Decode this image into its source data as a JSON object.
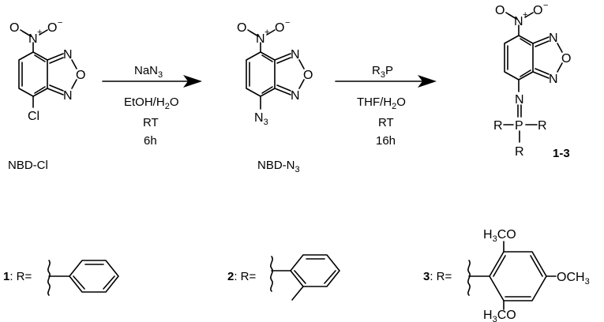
{
  "reagents_step1": {
    "top_main": "NaN",
    "top_sub": "3",
    "solvent_a": "EtOH/H",
    "solvent_sub": "2",
    "solvent_b": "O",
    "temp": "RT",
    "time": "6h"
  },
  "reagents_step2": {
    "top_main": "R",
    "top_sub": "3",
    "top_tail": "P",
    "solvent_a": "THF/H",
    "solvent_sub": "2",
    "solvent_b": "O",
    "temp": "RT",
    "time": "16h"
  },
  "compounds": {
    "start_label": "NBD-Cl",
    "mid_label_main": "NBD-N",
    "mid_label_sub": "3",
    "product_label": "1-3"
  },
  "atoms": {
    "oxygen": "O",
    "nitrogen": "N",
    "chlorine": "Cl",
    "azide_main": "N",
    "azide_sub": "3",
    "phosphorus": "P",
    "r": "R",
    "plus": "+",
    "minus": "−"
  },
  "substituents": [
    {
      "number": "1",
      "suffix": ": R="
    },
    {
      "number": "2",
      "suffix": ": R="
    },
    {
      "number": "3",
      "suffix": ": R="
    }
  ],
  "methoxy": {
    "h3co_h": "H",
    "h3co_sub": "3",
    "h3co_tail": "CO",
    "och3_head": "OCH",
    "och3_sub": "3"
  }
}
